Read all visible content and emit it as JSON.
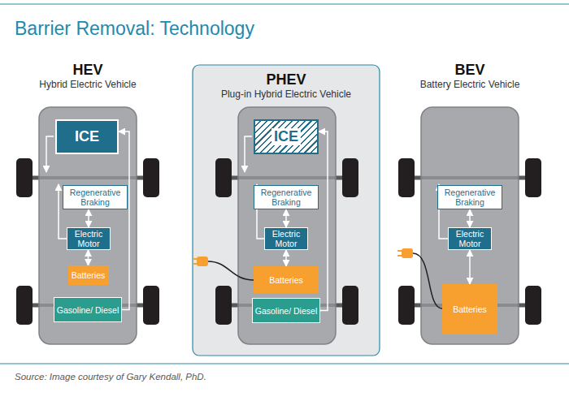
{
  "diagram": {
    "title": "Barrier Removal: Technology",
    "caption": "Source: Image courtesy of Gary Kendall, PhD.",
    "nodes": [
      {
        "text": [
          "HEV",
          "Hybrid Electric Vehicle"
        ]
      },
      {
        "text": [
          "ICE"
        ],
        "in": 0
      },
      {
        "text": [
          "Regenerative Braking"
        ],
        "in": 0
      },
      {
        "text": [
          "Electric Motor"
        ],
        "in": 0
      },
      {
        "text": [
          "Batteries"
        ],
        "in": 0
      },
      {
        "text": [
          "Gasoline/ Diesel"
        ],
        "in": 0
      },
      {
        "text": [
          "PHEV",
          "Plug-in Hybrid Electric Vehicle"
        ]
      },
      {
        "text": [
          "ICE"
        ],
        "in": 6
      },
      {
        "text": [
          "Regenerative Braking"
        ],
        "in": 6
      },
      {
        "text": [
          "Electric Motor"
        ],
        "in": 6
      },
      {
        "text": [
          "Batteries"
        ],
        "in": 6
      },
      {
        "text": [
          "Gasoline/ Diesel"
        ],
        "in": 6
      },
      {
        "text": [
          "BEV",
          "Battery Electric Vehicle"
        ]
      },
      {
        "text": [
          "Regenerative Braking"
        ],
        "in": 12
      },
      {
        "text": [
          "Electric Motor"
        ],
        "in": 12
      },
      {
        "text": [
          "Batteries"
        ],
        "in": 12
      }
    ],
    "edges": [
      {
        "from": 2,
        "to": 3,
        "arrow": "both"
      },
      {
        "from": 3,
        "to": 4,
        "arrow": "both"
      },
      {
        "from": 5,
        "to": 1,
        "arrow": "to"
      },
      {
        "from": 8,
        "to": 9,
        "arrow": "both"
      },
      {
        "from": 9,
        "to": 10,
        "arrow": "both"
      },
      {
        "from": 11,
        "to": 7,
        "arrow": "to"
      },
      {
        "from": 13,
        "to": 14,
        "arrow": "both"
      },
      {
        "from": 14,
        "to": 15,
        "arrow": "both"
      }
    ]
  }
}
